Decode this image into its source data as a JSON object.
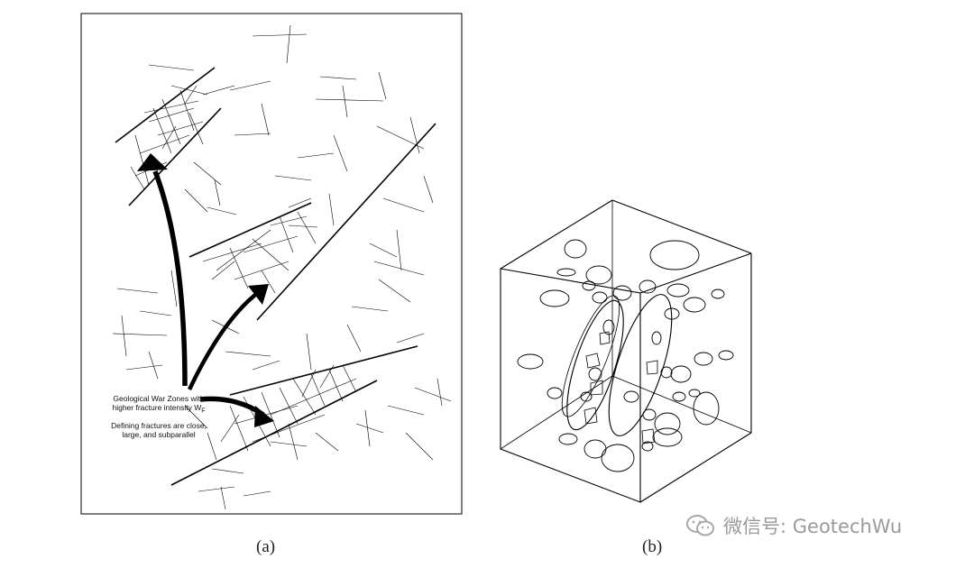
{
  "panel_a": {
    "label": "(a)",
    "annotation_line1": "Geological War Zones with",
    "annotation_line2": "higher fracture intensity W",
    "annotation_sub": "F",
    "annotation_line3": "Defining fractures are close,",
    "annotation_line4": "large, and subparallel"
  },
  "panel_b": {
    "label": "(b)"
  },
  "watermark": {
    "text": "微信号: GeotechWu",
    "icon": "wechat-icon"
  }
}
